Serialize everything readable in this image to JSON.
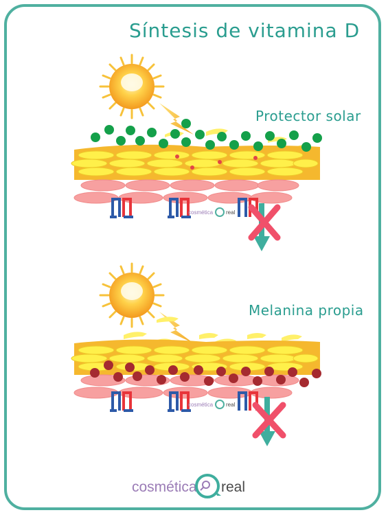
{
  "title": "Síntesis de vitamina D",
  "panels": [
    {
      "label": "Protector solar",
      "particle_color": "#14a04a"
    },
    {
      "label": "Melanina propia",
      "particle_color": "#a52a30"
    }
  ],
  "watermark": {
    "left": "cosmética",
    "right": "real"
  },
  "footer": {
    "left": "cosmética",
    "right": "real"
  },
  "colors": {
    "teal": "#4fb0a0",
    "title": "#2a9d8f",
    "cross": "#f0506a",
    "arrow": "#3fae9e",
    "skin_top": "#f5b82e",
    "skin_mid": "#fff04a",
    "skin_low": "#f7a0a0"
  },
  "icons": [
    "sun-icon",
    "uv-ray-icon",
    "cross-icon",
    "down-arrow-icon",
    "magnifier-icon"
  ]
}
